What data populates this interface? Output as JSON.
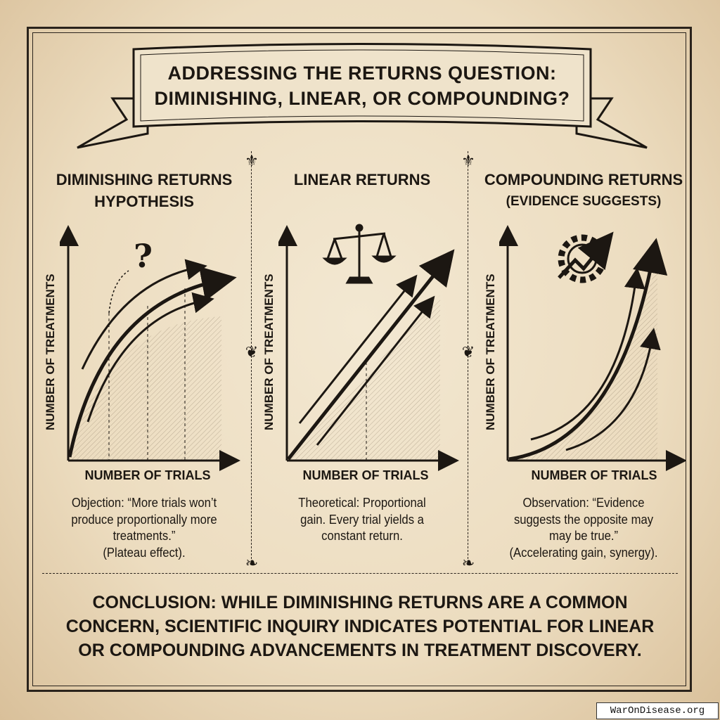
{
  "title": {
    "line1": "ADDRESSING THE RETURNS QUESTION:",
    "line2": "DIMINISHING, LINEAR, OR COMPOUNDING?"
  },
  "columns": [
    {
      "title_line1": "DIMINISHING RETURNS",
      "title_line2": "HYPOTHESIS",
      "icon": "question-mark-icon",
      "ylabel": "NUMBER OF TREATMENTS",
      "xlabel": "NUMBER OF TRIALS",
      "desc": [
        "Objection: “More trials won’t",
        "produce proportionally more",
        "treatments.”",
        "(Plateau effect)."
      ]
    },
    {
      "title_line1": "LINEAR RETURNS",
      "icon": "balance-scale-icon",
      "ylabel": "NUMBER OF TREATMENTS",
      "xlabel": "NUMBER OF TRIALS",
      "desc": [
        "Theoretical: Proportional",
        "gain. Every trial yields a",
        "constant return."
      ]
    },
    {
      "title_line1": "COMPOUNDING RETURNS",
      "title_line2": "(EVIDENCE SUGGESTS)",
      "icon": "gear-growth-icon",
      "ylabel": "NUMBER OF TREATMENTS",
      "xlabel": "NUMBER OF TRIALS",
      "desc": [
        "Observation: “Evidence",
        "suggests the opposite may",
        "may be true.”",
        "(Accelerating gain, synergy)."
      ]
    }
  ],
  "conclusion": [
    "CONCLUSION: WHILE DIMINISHING RETURNS ARE A COMMON",
    "CONCERN, SCIENTIFIC INQUIRY INDICATES POTENTIAL FOR LINEAR",
    "OR COMPOUNDING ADVANCEMENTS IN TREATMENT DISCOVERY."
  ],
  "watermark": "WarOnDisease.org",
  "colors": {
    "paper": "#f3e8d2",
    "ink": "#1c1712"
  }
}
